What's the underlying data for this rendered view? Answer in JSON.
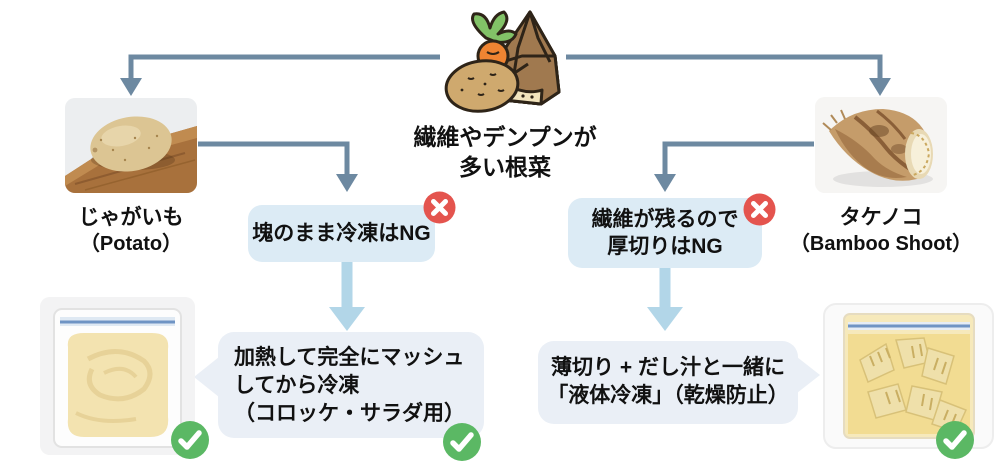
{
  "header": {
    "category_line1": "繊維やデンプンが",
    "category_line2": "多い根菜",
    "illustration": "root-vegetables-illustration (carrot, potato, bamboo shoot)"
  },
  "potato": {
    "label_ja": "じゃがいも",
    "label_en": "（Potato）",
    "photo": "potato-on-cutting-board",
    "ng_note": "塊のまま冷凍はNG",
    "ok_note_line1": "加熱して完全にマッシュ",
    "ok_note_line2": "してから冷凍",
    "ok_note_line3": "（コロッケ・サラダ用）",
    "result_photo": "mashed-potato-in-freezer-bag"
  },
  "bamboo": {
    "label_ja": "タケノコ",
    "label_en": "（Bamboo Shoot）",
    "photo": "bamboo-shoot",
    "ng_note_line1": "繊維が残るので",
    "ng_note_line2": "厚切りはNG",
    "ok_note_line1": "薄切り + だし汁と一緒に",
    "ok_note_line2": "「液体冷凍」（乾燥防止）",
    "result_photo": "sliced-bamboo-in-freezer-bag-with-broth"
  },
  "icons": {
    "ng_badge": "red-cross-icon",
    "ok_badge": "green-check-icon"
  },
  "colors": {
    "background": "#ffffff",
    "connector": "#6d89a1",
    "flow_arrow": "#b2d6e8",
    "ng_box_bg": "#dcebf5",
    "bubble_bg": "#eaeff6",
    "ng_badge": "#e4544e",
    "ok_badge": "#5bb864",
    "text": "#111111"
  }
}
